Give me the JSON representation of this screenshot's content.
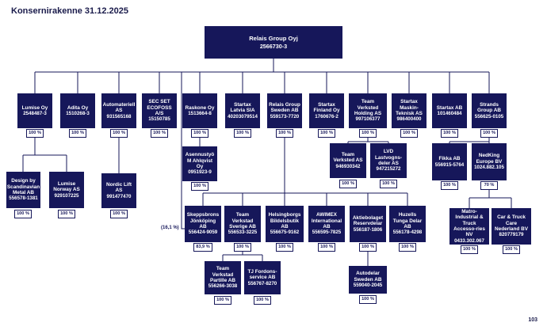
{
  "title": "Konsernirakenne 31.12.2025",
  "page_number": "103",
  "annotation": "(16,1 %)",
  "nodes": {
    "relais": {
      "name": "Relais Group Oyj",
      "id": "2566730-3"
    },
    "lumise_oy": {
      "name": "Lumise Oy",
      "id": "2548487-3",
      "pct": "100 %"
    },
    "adita": {
      "name": "Adita Oy",
      "id": "1510268-3",
      "pct": "100 %"
    },
    "automateriell": {
      "name": "Automateriell AS",
      "id": "931565168",
      "pct": "100 %"
    },
    "sec_set": {
      "name": "SEC SET ECOFOSS A/S",
      "id": "15150785",
      "pct": "100 %"
    },
    "raskone": {
      "name": "Raskone Oy",
      "id": "1513664-8",
      "pct": "100 %"
    },
    "startax_lv": {
      "name": "Startax Latvia SIA",
      "id": "40203079514",
      "pct": "100 %"
    },
    "relais_se": {
      "name": "Relais Group Sweden AB",
      "id": "559173-7720",
      "pct": "100 %"
    },
    "startax_fi": {
      "name": "Startax Finland Oy",
      "id": "1760676-2",
      "pct": "100 %"
    },
    "tv_holding": {
      "name": "Team Verksted Holding AS",
      "id": "997106377",
      "pct": "100 %"
    },
    "startax_mt": {
      "name": "Startax Maskin-Teknisk AS",
      "id": "986400400",
      "pct": "100 %"
    },
    "startax_ab": {
      "name": "Startax AB",
      "id": "101460484",
      "pct": "100 %"
    },
    "strands": {
      "name": "Strands Group AB",
      "id": "556625-0105",
      "pct": "100 %"
    },
    "design_sc": {
      "name": "Design by Scandinavian Metal AB",
      "id": "556578-1381",
      "pct": "100 %"
    },
    "lumise_no": {
      "name": "Lumise Norway AS",
      "id": "929107225",
      "pct": "100 %"
    },
    "nordic_lift": {
      "name": "Nordic Lift AS",
      "id": "991477470",
      "pct": "100 %"
    },
    "asennus": {
      "name": "Asennustyö M Ahlqvist Oy",
      "id": "0951923-9",
      "pct": "100 %"
    },
    "tv_as": {
      "name": "Team Verksted AS",
      "id": "946930342",
      "pct": "100 %"
    },
    "lvd": {
      "name": "LVD Lastvogns-deler AS",
      "id": "947215272",
      "pct": "100 %"
    },
    "fikka": {
      "name": "Fikka AB",
      "id": "556915-5764",
      "pct": "100 %"
    },
    "nedking": {
      "name": "NedKing Europe BV",
      "id": "1024.882.105",
      "pct": "70 %"
    },
    "skeppsbrons": {
      "name": "Skeppsbrons Jönköping AB",
      "id": "556424-9059",
      "pct": "83,9 %"
    },
    "tv_se": {
      "name": "Team Verkstad Sverige AB",
      "id": "556533-3225",
      "pct": "100 %"
    },
    "helsingborgs": {
      "name": "Helsingborgs Bildelsbutik AB",
      "id": "556675-9162",
      "pct": "100 %"
    },
    "awimex": {
      "name": "AWIMEX International AB",
      "id": "556595-7825",
      "pct": "100 %"
    },
    "aktiebolaget": {
      "name": "Aktiebolaget Reservdelar",
      "id": "556187-1806",
      "pct": "100 %"
    },
    "huzells": {
      "name": "Huzells Tunga Delar AB",
      "id": "556178-4298",
      "pct": "100 %"
    },
    "matro": {
      "name": "Matro-Industrial & Truck Accesso-ries NV",
      "id": "0433.302.067",
      "pct": "100 %"
    },
    "car_truck": {
      "name": "Car & Truck Care Nederland BV",
      "id": "820779179",
      "pct": "100 %"
    },
    "tv_partille": {
      "name": "Team Verkstad Partille AB",
      "id": "556266-3038",
      "pct": "100 %"
    },
    "tj_fordon": {
      "name": "TJ Fordons-service AB",
      "id": "556767-8270",
      "pct": "100 %"
    },
    "autodelar": {
      "name": "Autodelar Sweden AB",
      "id": "559040-2045",
      "pct": "100 %"
    }
  }
}
